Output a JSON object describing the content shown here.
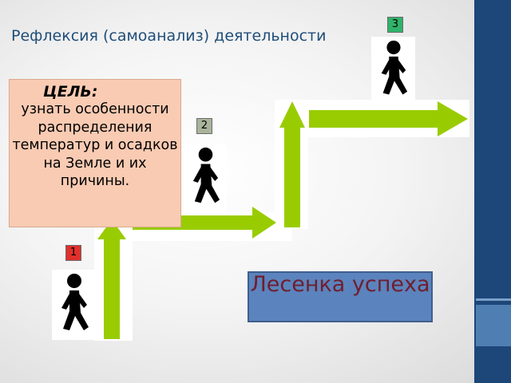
{
  "title": "Рефлексия (самоанализ) деятельности",
  "goal": {
    "heading": "ЦЕЛЬ:",
    "text": "узнать особенности распределения температур и осадков на Земле и их причины."
  },
  "badges": [
    {
      "label": "1",
      "color": "#e0302b"
    },
    {
      "label": "2",
      "color": "#a9b49a"
    },
    {
      "label": "3",
      "color": "#2fb36a"
    }
  ],
  "success_label": "Лесенка успеха",
  "colors": {
    "arrow_green": "#99cc00",
    "title_blue": "#1f4e79",
    "sidebar_blue": "#1d4679",
    "goal_fill": "#f9cbb3",
    "success_fill": "#5b83bd",
    "success_text": "#6e1f2f"
  },
  "icons": [
    "walking-person-icon",
    "up-arrow-icon",
    "right-arrow-icon"
  ]
}
